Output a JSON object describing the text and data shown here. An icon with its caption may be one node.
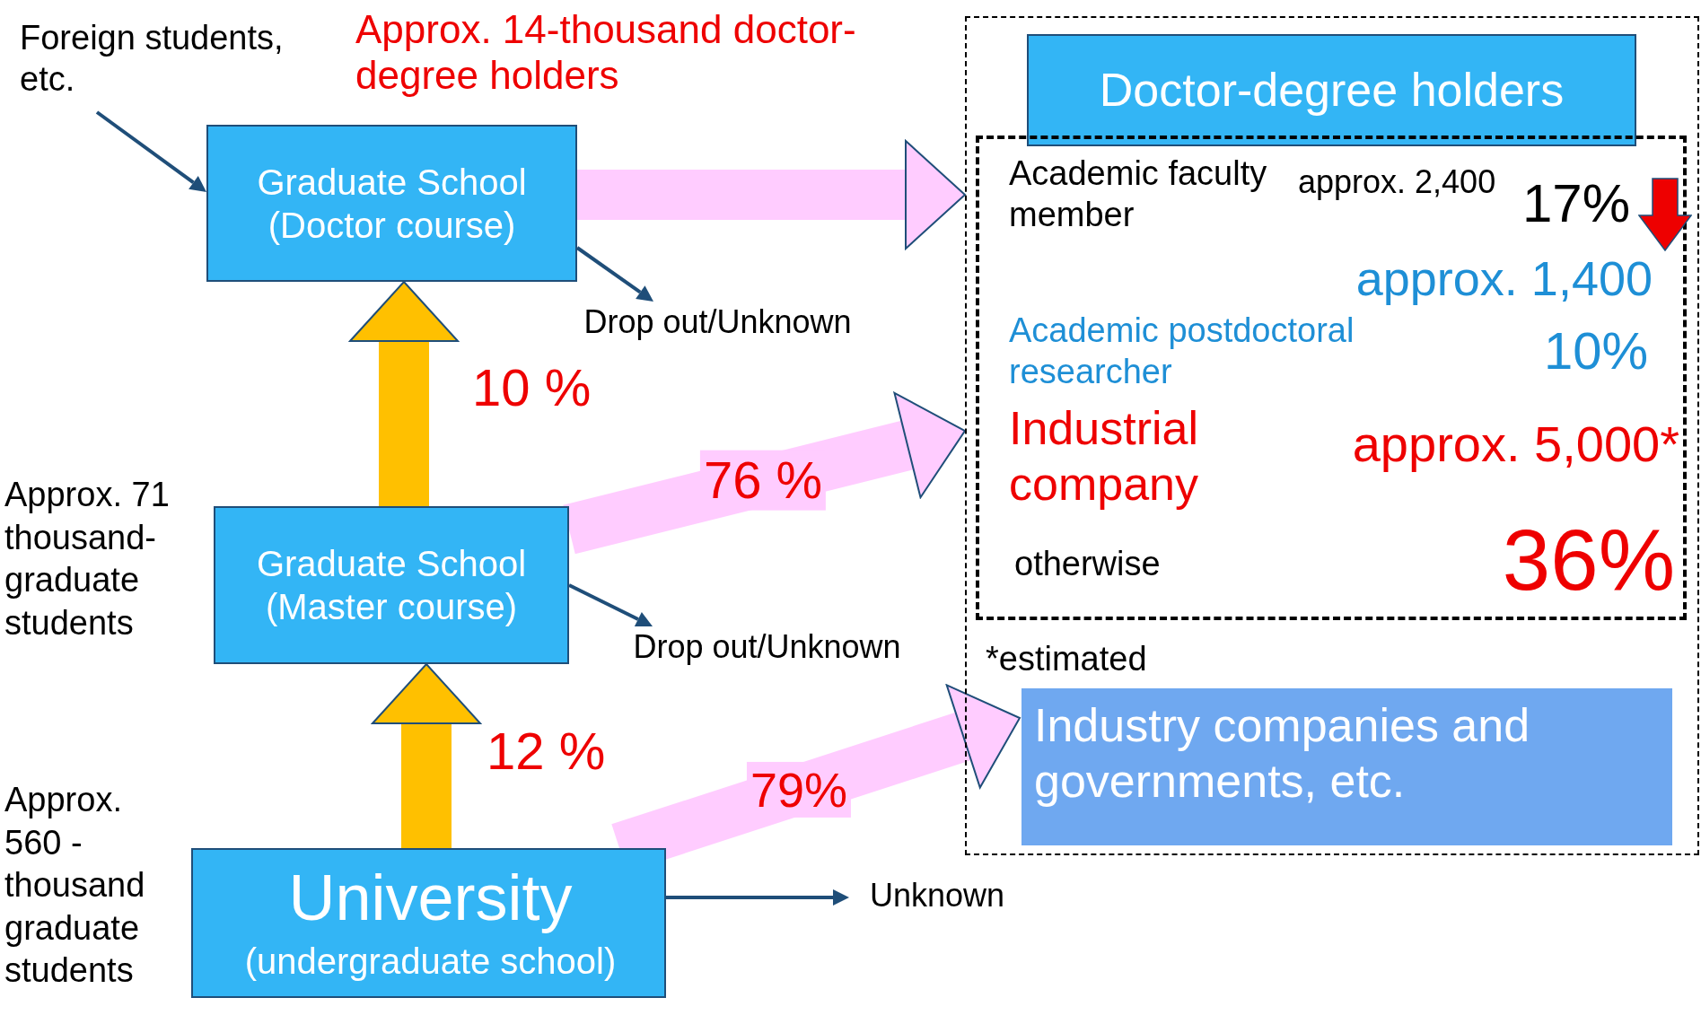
{
  "diagram": {
    "nodes": [
      {
        "text": [
          "Foreign students, etc."
        ]
      },
      {
        "text": [
          "Graduate School (Doctor course)"
        ]
      },
      {
        "text": [],
        "shape": "box"
      },
      {
        "text": [
          "Doctor-degree holders"
        ],
        "in": 2
      },
      {
        "text": [
          "Academic faculty member",
          "approx. 2,400",
          "17%",
          "approx. 1,400",
          "Academic postdoctoral researcher",
          "10%",
          "Industrial company",
          "approx. 5,000*",
          "otherwise",
          "36%"
        ],
        "in": 2
      },
      {
        "text": [
          "Drop out/Unknown"
        ]
      },
      {
        "text": [
          "Graduate School (Master course)"
        ],
        "beside": [
          "Approx. 71 thousand-graduate students"
        ]
      },
      {
        "text": [
          "Drop out/Unknown"
        ]
      },
      {
        "text": [
          "Industry companies and governments, etc."
        ],
        "in": 2
      },
      {
        "text": [
          "University",
          "(undergraduate school)"
        ],
        "beside": [
          "Approx. 560 -thousand graduate students"
        ]
      },
      {
        "text": [
          "Unknown"
        ]
      }
    ],
    "edges": [
      {
        "from": 0,
        "to": 1,
        "arrow": "to"
      },
      {
        "from": 1,
        "to": 2,
        "arrow": "to",
        "label": "Approx. 14-thousand doctor-degree holders",
        "color": "#ffccff"
      },
      {
        "from": 1,
        "to": 5,
        "arrow": "to"
      },
      {
        "from": 6,
        "to": 1,
        "arrow": "to",
        "label": "10 %",
        "color": "#ffc000"
      },
      {
        "from": 6,
        "to": 2,
        "arrow": "to",
        "label": "76 %",
        "color": "#ffccff"
      },
      {
        "from": 6,
        "to": 7,
        "arrow": "to"
      },
      {
        "from": 9,
        "to": 6,
        "arrow": "to",
        "label": "12 %",
        "color": "#ffc000"
      },
      {
        "from": 9,
        "to": 8,
        "arrow": "to",
        "label": "79%",
        "color": "#ffccff"
      },
      {
        "from": 9,
        "to": 10,
        "arrow": "to"
      }
    ],
    "labels": [
      "*estimated"
    ]
  }
}
